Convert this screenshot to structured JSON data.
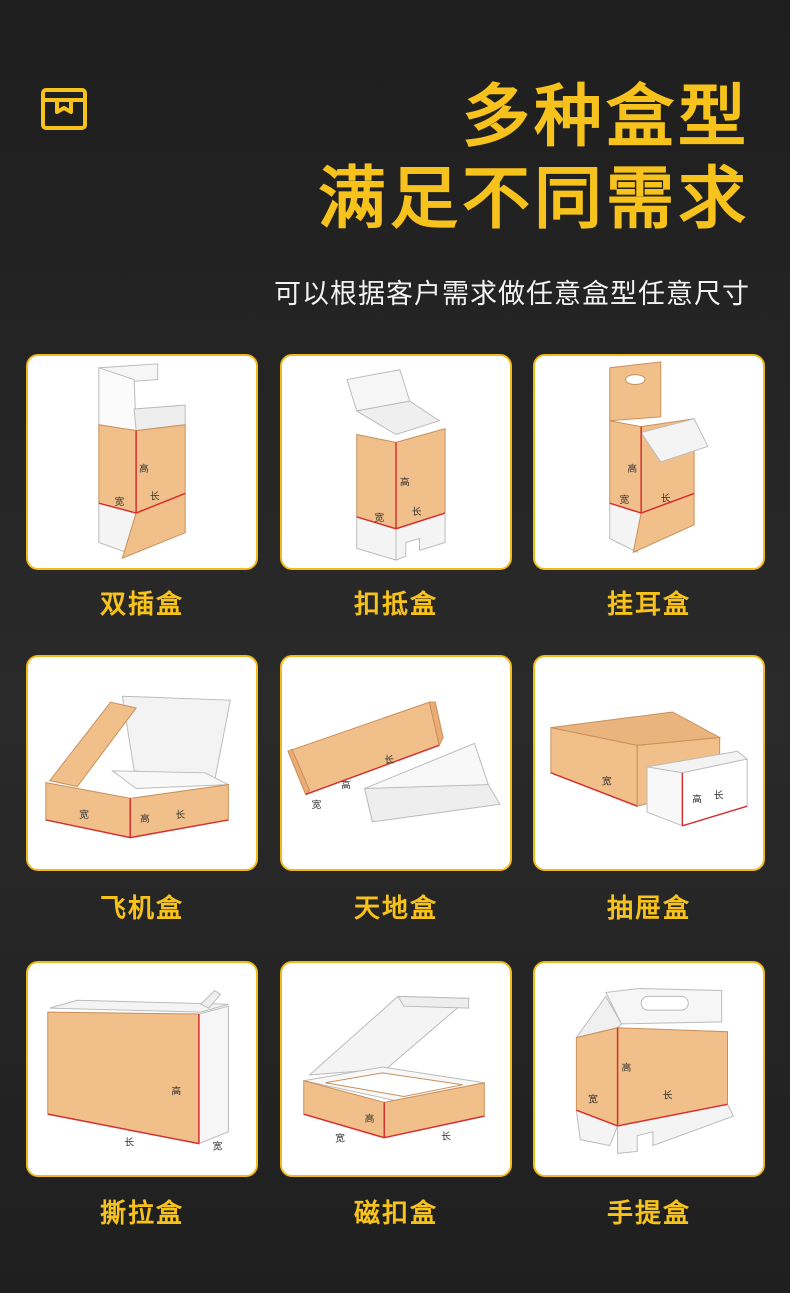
{
  "header": {
    "title_line1": "多种盒型",
    "title_line2": "满足不同需求",
    "subtitle": "可以根据客户需求做任意盒型任意尺寸",
    "logo_icon": "box-icon"
  },
  "colors": {
    "accent": "#f7c21b",
    "kraft": "#f0bf8a",
    "edge_red": "#d62f2f",
    "background": "#232323"
  },
  "dimensions": {
    "length": "长",
    "width": "宽",
    "height": "高"
  },
  "boxes": [
    {
      "label": "双插盒"
    },
    {
      "label": "扣抵盒"
    },
    {
      "label": "挂耳盒"
    },
    {
      "label": "飞机盒"
    },
    {
      "label": "天地盒"
    },
    {
      "label": "抽屉盒"
    },
    {
      "label": "撕拉盒"
    },
    {
      "label": "磁扣盒"
    },
    {
      "label": "手提盒"
    }
  ]
}
